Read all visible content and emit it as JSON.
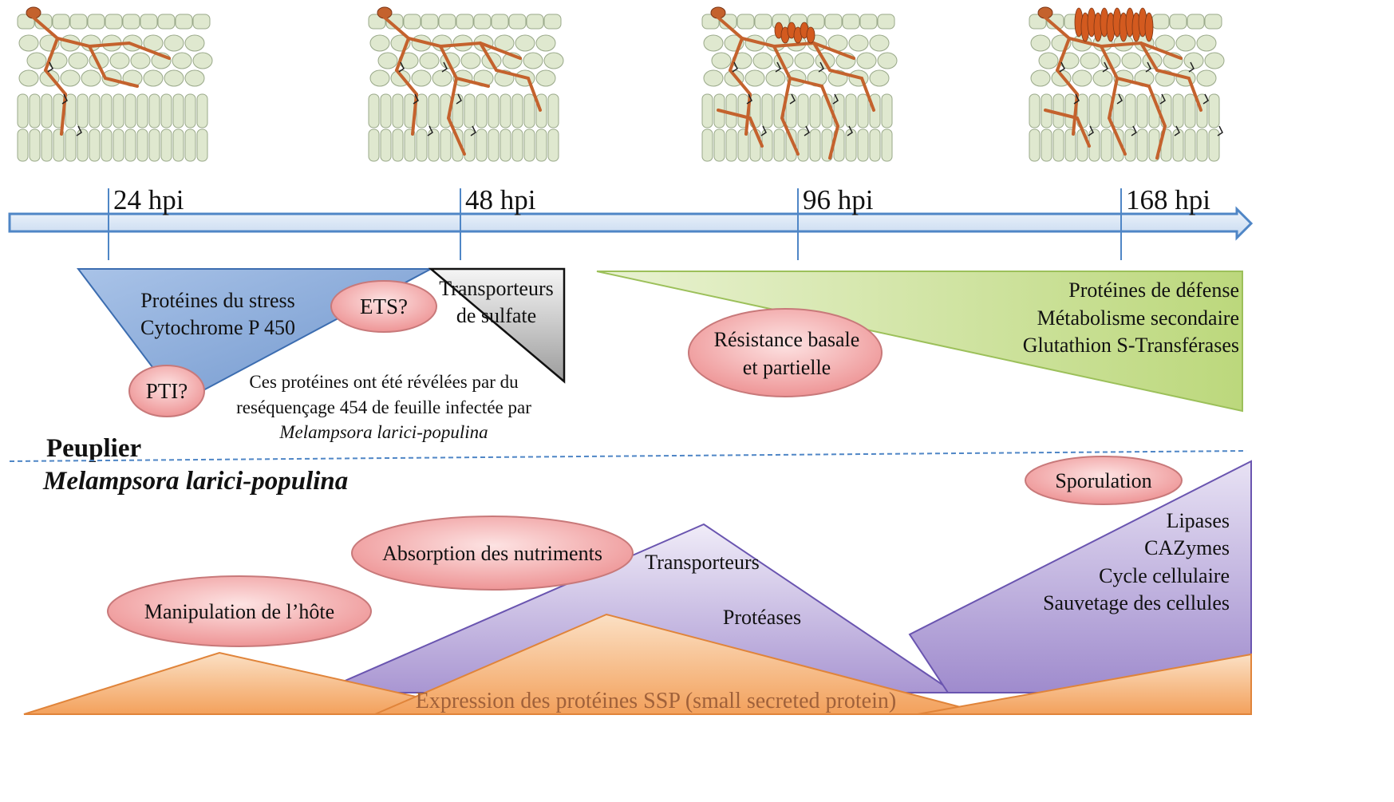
{
  "timeline": {
    "ticks": [
      "24 hpi",
      "48 hpi",
      "96 hpi",
      "168 hpi"
    ]
  },
  "poplar": {
    "label": "Peuplier",
    "early_box": [
      "Protéines du stress",
      "Cytochrome P 450"
    ],
    "sulfate_box": [
      "Transporteurs",
      "de sulfate"
    ],
    "defense_box": [
      "Protéines de défense",
      "Métabolisme secondaire",
      "Glutathion S-Transférases"
    ],
    "note": [
      "Ces protéines ont été révélées par du",
      "reséquençage 454 de feuille infectée par",
      "Melampsora larici-populina"
    ],
    "ellipses": {
      "ets": "ETS?",
      "pti": "PTI?",
      "resistance": [
        "Résistance basale",
        "et partielle"
      ]
    }
  },
  "fungus": {
    "label": "Melampsora larici-populina",
    "ellipses": {
      "manipulation": "Manipulation de l’hôte",
      "absorption": "Absorption des nutriments",
      "sporulation": "Sporulation"
    },
    "peak_labels": {
      "transporteurs": "Transporteurs",
      "proteases": "Protéases"
    },
    "late_labels": [
      "Lipases",
      "CAZymes",
      "Cycle cellulaire",
      "Sauvetage des cellules"
    ],
    "ssp_label": "Expression des protéines SSP (small secreted protein)"
  },
  "colors": {
    "arrow": "#4f86c6",
    "arrow_fill": "#dde9f7",
    "blue_triangle": "#8fb0dc",
    "grey_triangle": "#b8b8b8",
    "green_triangle": "#c8df93",
    "purple": "#b7a5d8",
    "orange": "#f6b77a",
    "ellipse": "#f2a1a3",
    "cell": "#dfe8cf",
    "hypha": "#c4622d"
  }
}
